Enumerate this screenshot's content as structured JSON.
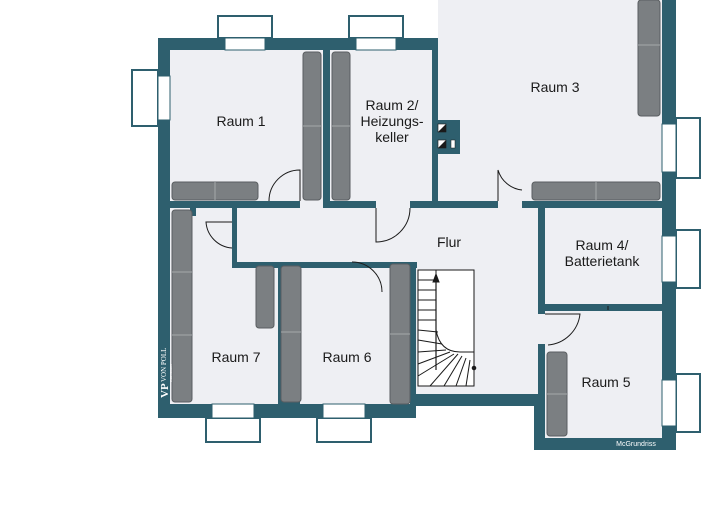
{
  "colors": {
    "wall": "#2e5f6e",
    "floor": "#eeeff3",
    "radiator": "#7b7f82",
    "window_frame": "#2e5f6e",
    "background": "#ffffff"
  },
  "rooms": [
    {
      "id": "raum1",
      "lines": [
        "Raum 1"
      ]
    },
    {
      "id": "raum2",
      "lines": [
        "Raum 2/",
        "Heizungs-",
        "keller"
      ]
    },
    {
      "id": "raum3",
      "lines": [
        "Raum 3"
      ]
    },
    {
      "id": "raum4",
      "lines": [
        "Raum 4/",
        "Batterietank"
      ]
    },
    {
      "id": "raum5",
      "lines": [
        "Raum 5"
      ]
    },
    {
      "id": "raum6",
      "lines": [
        "Raum 6"
      ]
    },
    {
      "id": "raum7",
      "lines": [
        "Raum 7"
      ]
    },
    {
      "id": "flur",
      "lines": [
        "Flur"
      ]
    }
  ],
  "logo": {
    "initials": "VP",
    "name": "VON POLL",
    "subtitle": "IMMOBILIEN"
  },
  "credit": "McGrundriss"
}
